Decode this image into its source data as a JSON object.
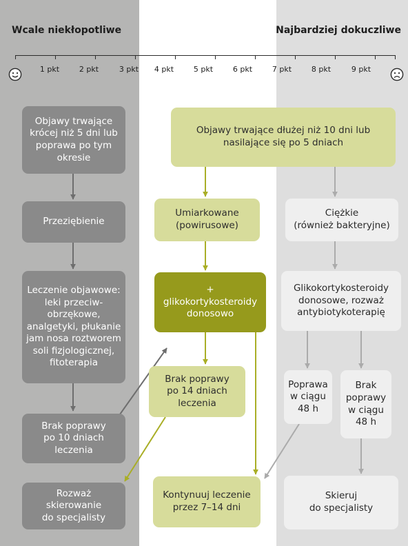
{
  "header": {
    "left": "Wcale niekłopotliwe",
    "right": "Najbardziej dokuczliwe"
  },
  "scale": {
    "ticks": [
      "1 pkt",
      "2 pkt",
      "3 pkt",
      "4 pkt",
      "5 pkt",
      "6 pkt",
      "7 pkt",
      "8 pkt",
      "9 pkt"
    ],
    "left_face": "smiley-face-icon",
    "right_face": "sad-face-icon"
  },
  "colors": {
    "left_column": "#b5b5b4",
    "right_column": "#dedede",
    "dark_box": "#8a8a8a",
    "light_box": "#efefef",
    "green_box": "#d7dc9b",
    "olive_box": "#969a1c",
    "gray_arrow": "#8e8e8e",
    "olive_arrow": "#a9ae26"
  },
  "boxes": {
    "short_symptoms": "Objawy trwające\nkrócej niż 5 dni lub\npoprawa po tym\nokresie",
    "cold": "Przeziębienie",
    "symptomatic_treatment": "Leczenie objawowe:\nleki przeciw-\nobrzękowe,\nanalgetyki, płukanie\njam nosa roztworem\nsoli fizjologicznej,\nfitoterapia",
    "no_improvement_10": "Brak poprawy\npo 10 dniach\nleczenia",
    "consider_specialist": "Rozważ\nskierowanie\ndo specjalisty",
    "long_symptoms": "Objawy trwające dłużej niż 10 dni lub\nnasilające się po 5 dniach",
    "moderate": "Umiarkowane\n(powirusowe)",
    "glucocorticoids": "+\nglikokortykosteroidy\ndonosowo",
    "no_improvement_14": "Brak poprawy\npo 14 dniach\nleczenia",
    "continue_treatment": "Kontynuuj leczenie\nprzez 7–14 dni",
    "severe": "Ciężkie\n(również bakteryjne)",
    "glucocorticoids_antibiotic": "Glikokortykosteroidy\ndonosowe, rozważ\nantybiotykoterapię",
    "improvement_48": "Poprawa\nw ciągu\n48 h",
    "no_improvement_48": "Brak\npoprawy\nw ciągu\n48 h",
    "refer_specialist": "Skieruj\ndo specjalisty"
  }
}
